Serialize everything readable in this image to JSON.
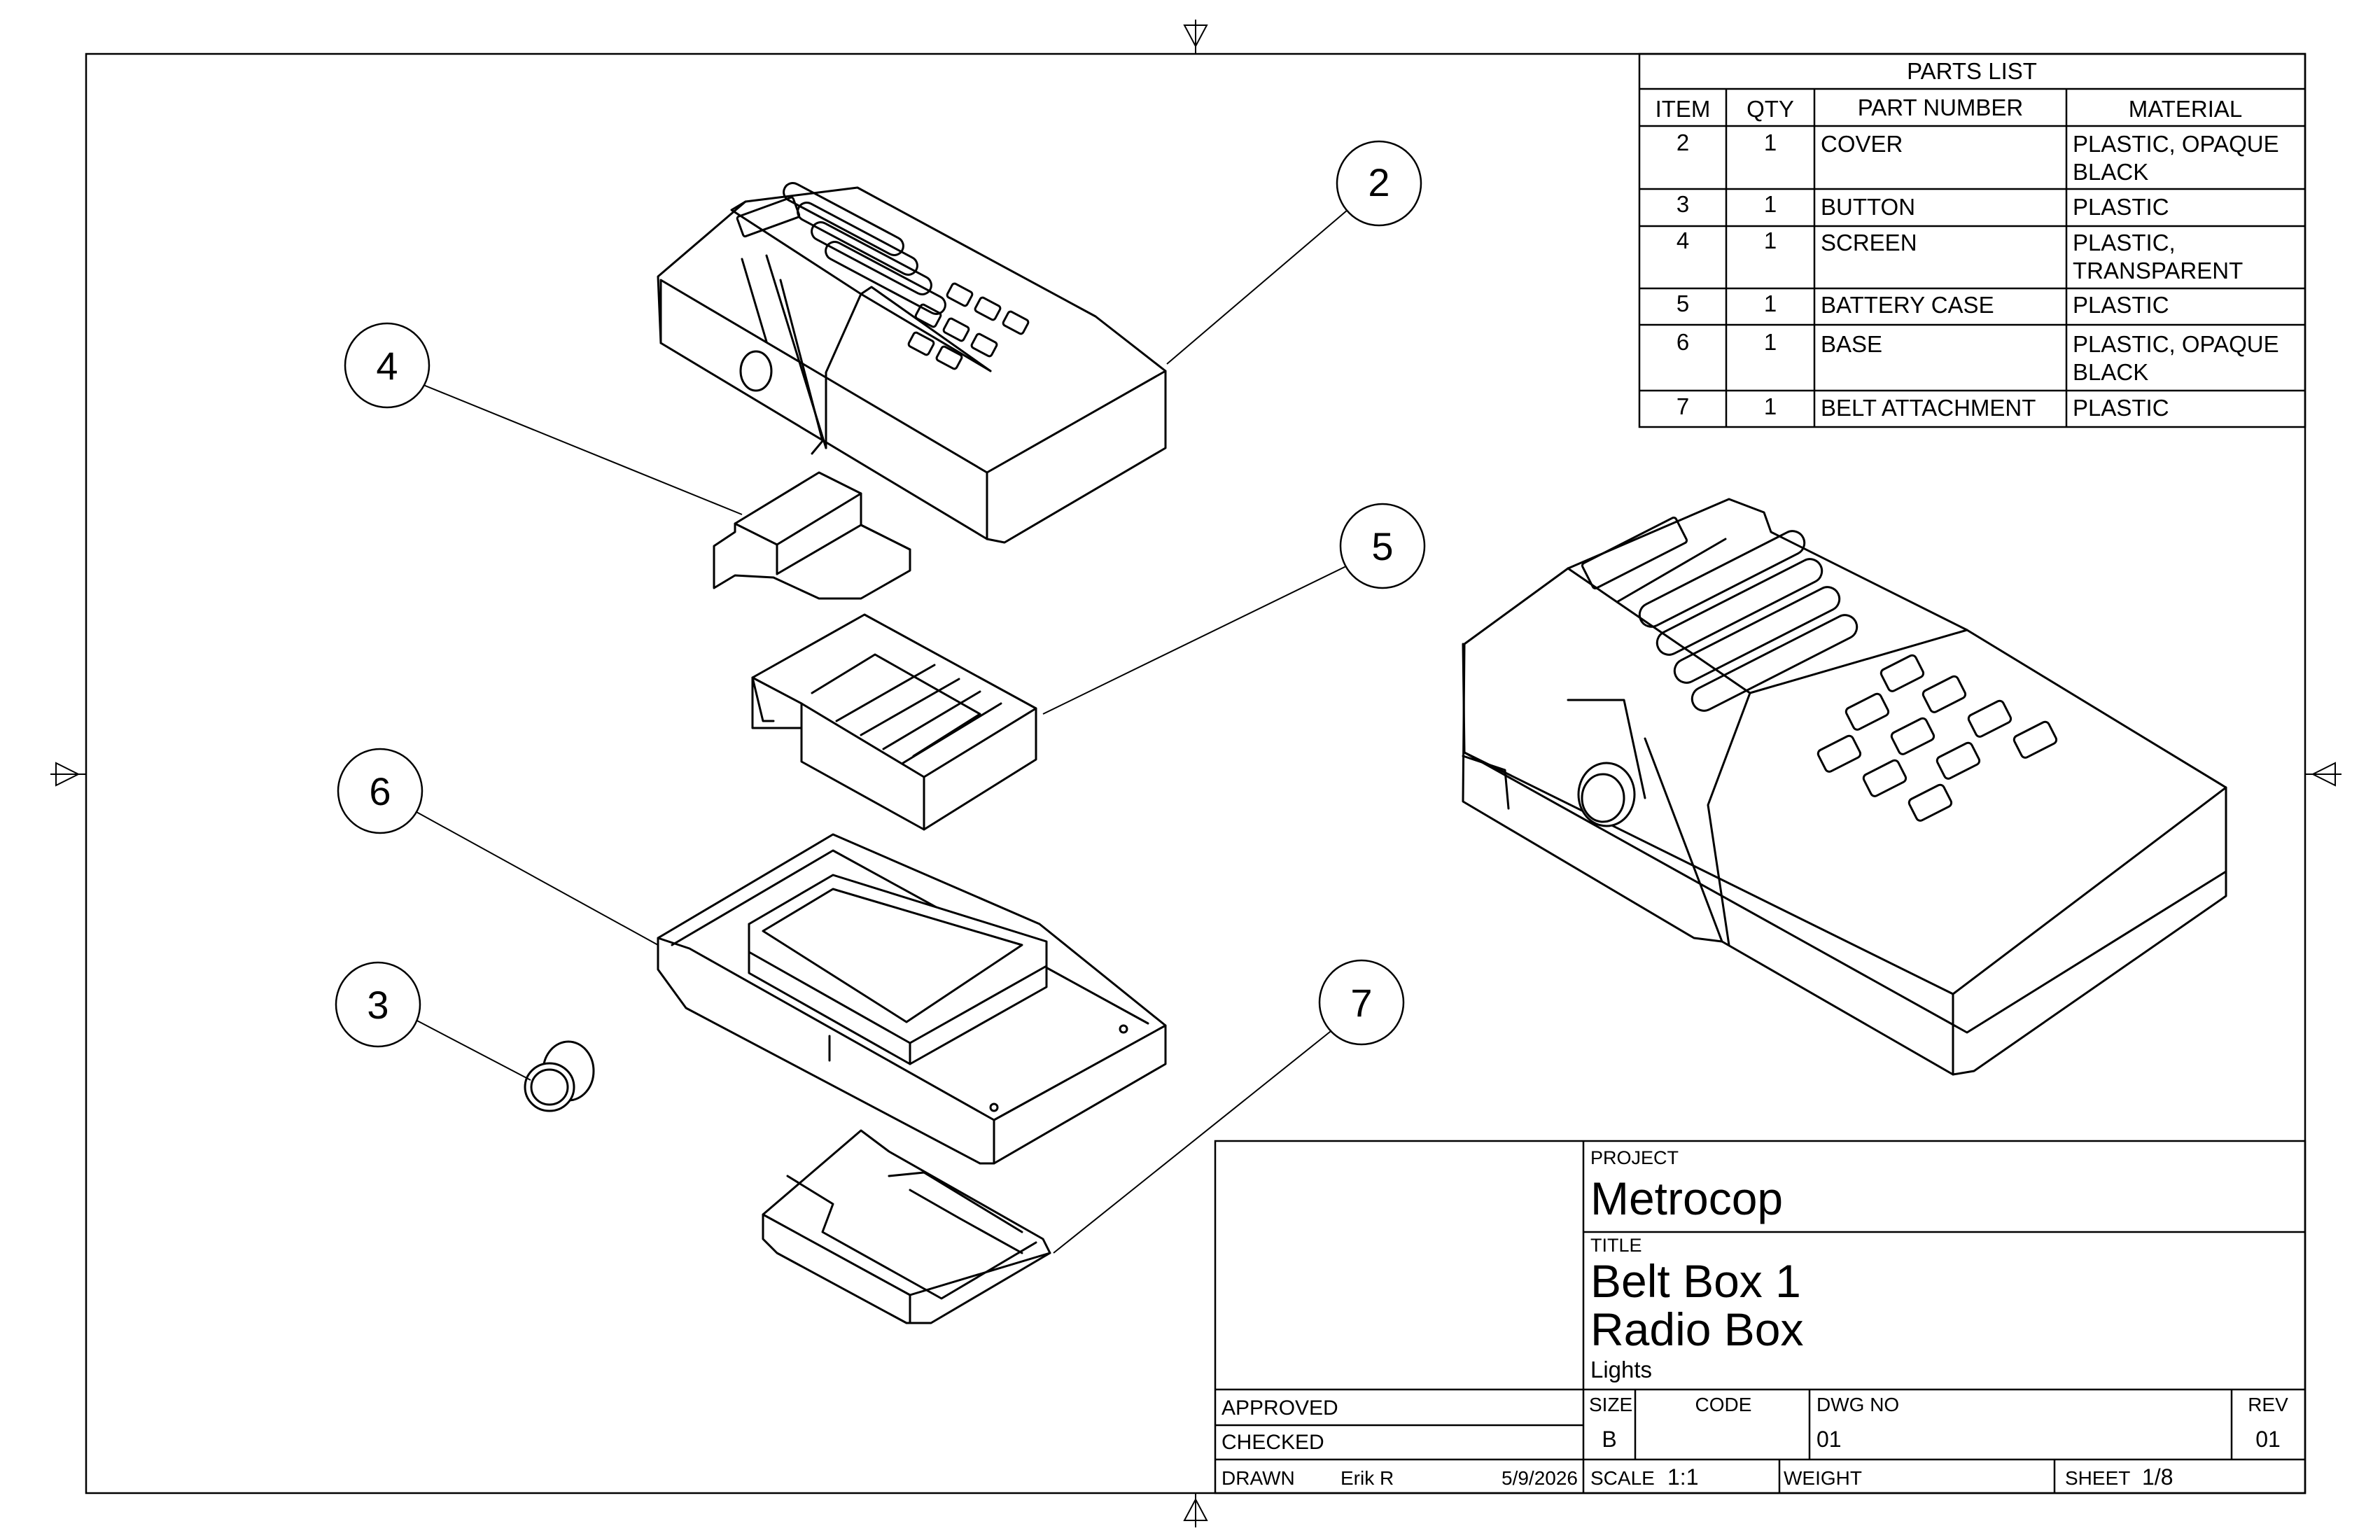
{
  "parts_list": {
    "title": "PARTS LIST",
    "headers": [
      "ITEM",
      "QTY",
      "PART NUMBER",
      "MATERIAL"
    ],
    "rows": [
      {
        "item": "2",
        "qty": "1",
        "part": "COVER",
        "material": [
          "PLASTIC, OPAQUE",
          "BLACK"
        ]
      },
      {
        "item": "3",
        "qty": "1",
        "part": "BUTTON",
        "material": [
          "PLASTIC"
        ]
      },
      {
        "item": "4",
        "qty": "1",
        "part": "SCREEN",
        "material": [
          "PLASTIC,",
          "TRANSPARENT"
        ]
      },
      {
        "item": "5",
        "qty": "1",
        "part": "BATTERY CASE",
        "material": [
          "PLASTIC"
        ]
      },
      {
        "item": "6",
        "qty": "1",
        "part": "BASE",
        "material": [
          "PLASTIC, OPAQUE",
          "BLACK"
        ]
      },
      {
        "item": "7",
        "qty": "1",
        "part": "BELT ATTACHMENT",
        "material": [
          "PLASTIC"
        ]
      }
    ]
  },
  "balloons": {
    "b2": "2",
    "b3": "3",
    "b4": "4",
    "b5": "5",
    "b6": "6",
    "b7": "7"
  },
  "title_block": {
    "project_label": "PROJECT",
    "project": "Metrocop",
    "title_label": "TITLE",
    "title_line1": "Belt Box 1",
    "title_line2": "Radio Box",
    "subtitle": "Lights",
    "approved_label": "APPROVED",
    "checked_label": "CHECKED",
    "drawn_label": "DRAWN",
    "drawn_by": "Erik R",
    "drawn_date": "5/9/2026",
    "size_label": "SIZE",
    "size": "B",
    "code_label": "CODE",
    "dwg_no_label": "DWG NO",
    "dwg_no": "01",
    "rev_label": "REV",
    "rev": "01",
    "scale_label": "SCALE",
    "scale": "1:1",
    "weight_label": "WEIGHT",
    "sheet_label": "SHEET",
    "sheet": "1/8"
  }
}
